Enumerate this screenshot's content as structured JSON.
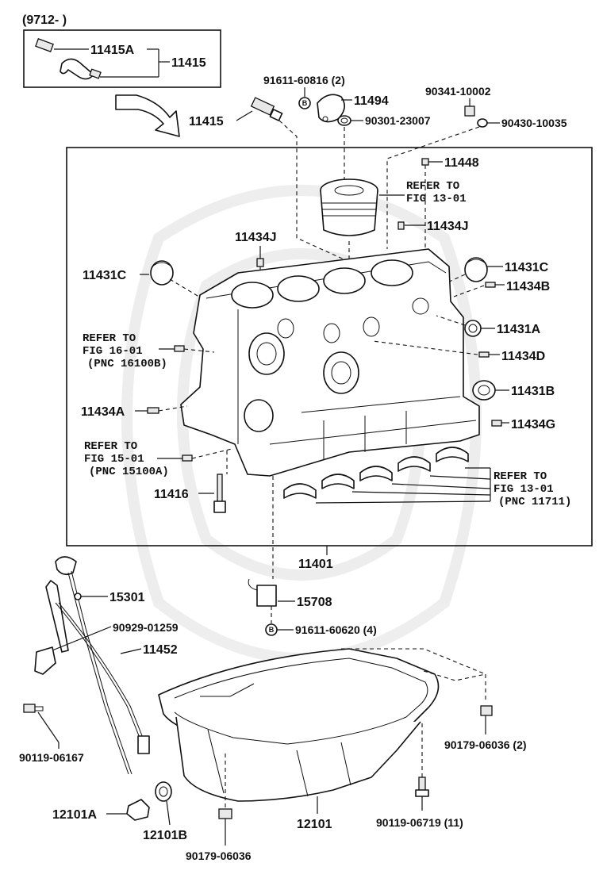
{
  "inset": {
    "date_code": "(9712-          )"
  },
  "labels": {
    "p11415a": "11415A",
    "p11415_inset": "11415",
    "p11415": "11415",
    "p91611_60816": "91611-60816 (2)",
    "p11494": "11494",
    "p90341": "90341-10002",
    "p90301": "90301-23007",
    "p90430": "90430-10035",
    "p11448": "11448",
    "p11434j_right": "11434J",
    "p11434j_left": "11434J",
    "p11431c_left": "11431C",
    "p11431c_right": "11431C",
    "p11434b": "11434B",
    "p11431a": "11431A",
    "p11434d": "11434D",
    "p11431b": "11431B",
    "p11434a": "11434A",
    "p11434g": "11434G",
    "p11416": "11416",
    "p11401": "11401",
    "p15301": "15301",
    "p15708": "15708",
    "p90929": "90929-01259",
    "p91611_60620": "91611-60620 (4)",
    "p11452": "11452",
    "p90119_06167": "90119-06167",
    "p90179_06036_2": "90179-06036 (2)",
    "p12101a": "12101A",
    "p12101b": "12101B",
    "p12101": "12101",
    "p90119_06719": "90119-06719 (11)",
    "p90179_06036": "90179-06036"
  },
  "refs": {
    "piston": {
      "line1": "REFER TO",
      "line2": "FIG 13-01"
    },
    "fig16": {
      "line1": "REFER TO",
      "line2": "FIG 16-01",
      "line3": "(PNC 16100B)"
    },
    "fig15": {
      "line1": "REFER TO",
      "line2": "FIG 15-01",
      "line3": "(PNC 15100A)"
    },
    "bearing": {
      "line1": "REFER TO",
      "line2": "FIG 13-01",
      "line3": "(PNC 11711)"
    }
  },
  "bolt_marker": "B"
}
